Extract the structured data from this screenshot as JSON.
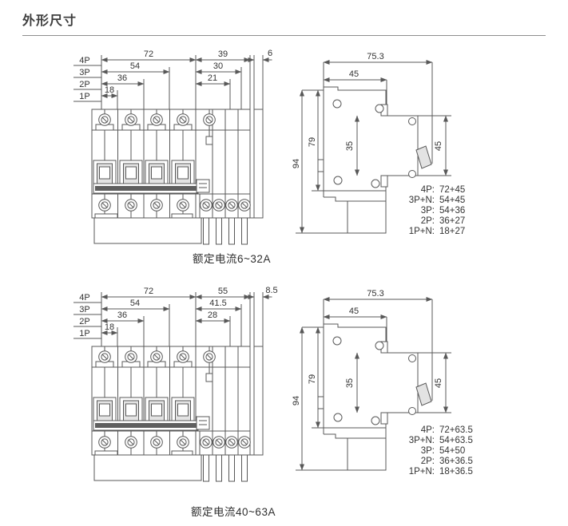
{
  "page": {
    "title": "外形尺寸"
  },
  "colors": {
    "ink": "#585858",
    "text": "#333333",
    "title": "#3d3d3d"
  },
  "diagrams": [
    {
      "caption": "额定电流6~32A",
      "front": {
        "pole_labels": [
          "4P",
          "3P",
          "2P",
          "1P"
        ],
        "left_dims": [
          "72",
          "54",
          "36",
          "18"
        ],
        "right_dims": [
          "39",
          "30",
          "21"
        ],
        "edge_dim": "6"
      },
      "side": {
        "total_width": "75.3",
        "top_width": "45",
        "total_height": "94",
        "body_height": "79",
        "mid_height": "35",
        "front_height": "45"
      },
      "formulas": [
        {
          "label": "4P:",
          "value": "72+45"
        },
        {
          "label": "3P+N:",
          "value": "54+45"
        },
        {
          "label": "3P:",
          "value": "54+36"
        },
        {
          "label": "2P:",
          "value": "36+27"
        },
        {
          "label": "1P+N:",
          "value": "18+27"
        }
      ]
    },
    {
      "caption": "额定电流40~63A",
      "front": {
        "pole_labels": [
          "4P",
          "3P",
          "2P",
          "1P"
        ],
        "left_dims": [
          "72",
          "54",
          "36",
          "18"
        ],
        "right_dims": [
          "55",
          "41.5",
          "28"
        ],
        "edge_dim": "8.5"
      },
      "side": {
        "total_width": "75.3",
        "top_width": "45",
        "total_height": "94",
        "body_height": "79",
        "mid_height": "35",
        "front_height": "45"
      },
      "formulas": [
        {
          "label": "4P:",
          "value": "72+63.5"
        },
        {
          "label": "3P+N:",
          "value": "54+63.5"
        },
        {
          "label": "3P:",
          "value": "54+50"
        },
        {
          "label": "2P:",
          "value": "36+36.5"
        },
        {
          "label": "1P+N:",
          "value": "18+36.5"
        }
      ]
    }
  ]
}
